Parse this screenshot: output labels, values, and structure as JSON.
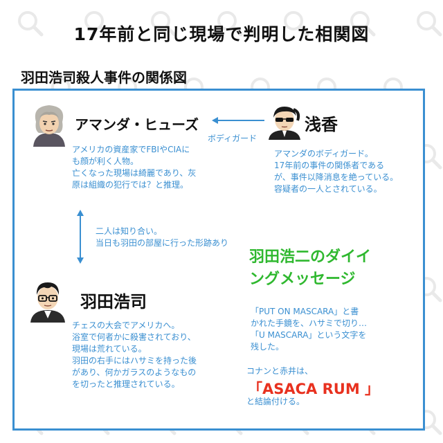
{
  "page_title": "17年前と同じ現場で判明した相関図",
  "diagram_title": "羽田浩司殺人事件の関係図",
  "colors": {
    "frame_border": "#3a8fd1",
    "blue_text": "#3a8fd1",
    "green_text": "#2fb82f",
    "red_text": "#e8311f"
  },
  "people": {
    "amanda": {
      "name": "アマンダ・ヒューズ",
      "description": "アメリカの資産家でFBIやCIAに\nも顔が利く人物。\n亡くなった現場は綺麗であり、灰\n原は組織の犯行では？と推理。",
      "icon": "elderly-woman-avatar"
    },
    "asaka": {
      "name": "浅香",
      "description": "アマンダのボディガード。\n17年前の事件の関係者である\nが、事件以降消息を絶っている。\n容疑者の一人とされている。",
      "icon": "sunglasses-bodyguard-avatar"
    },
    "haneda": {
      "name": "羽田浩司",
      "description": "チェスの大会でアメリカへ。\n浴室で何者かに殺害されており、\n現場は荒れている。\n羽田の右手にはハサミを持った後\nがあり、何かガラスのようなもの\nを切ったと推理されている。",
      "icon": "man-with-glasses-avatar"
    }
  },
  "relations": {
    "bodyguard_label": "ボディガード",
    "acquaintance_label": "二人は知り合い。\n当日も羽田の部屋に行った形跡あり"
  },
  "dying_message": {
    "title": "羽田浩二のダイイ\nングメッセージ",
    "body": "「PUT ON MASCARA」と書\nかれた手鏡を、ハサミで切り…\n「U MASCARA」という文字を\n残した。",
    "conclusion_prefix": "コナンと赤井は、",
    "conclusion_answer": "「ASACA RUM 」",
    "conclusion_suffix": "と結論付ける。"
  }
}
